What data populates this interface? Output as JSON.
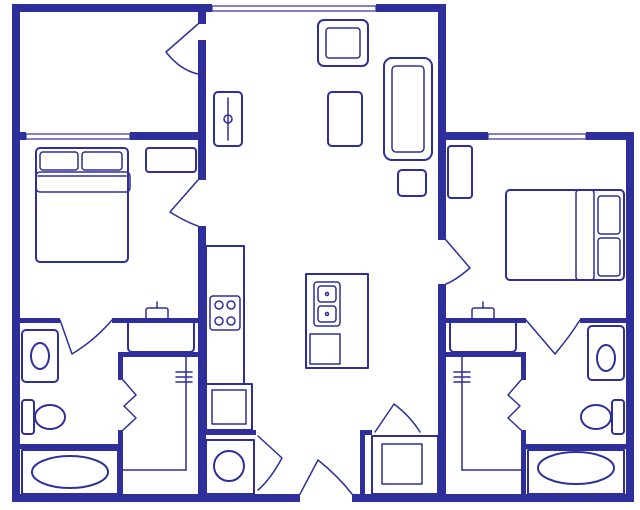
{
  "diagram": {
    "type": "floor-plan",
    "colors": {
      "line": "#2e2f9a",
      "background": "#ffffff"
    },
    "units": [
      "living-area",
      "bedroom-left",
      "bedroom-right",
      "bathroom-left",
      "bathroom-right",
      "kitchen",
      "utility"
    ],
    "fixtures": [
      "bed",
      "bed",
      "sofa",
      "armchair",
      "coffee-table",
      "side-table",
      "desk",
      "desk",
      "dresser",
      "kitchen-island",
      "double-sink",
      "cooktop",
      "toilet",
      "toilet",
      "bathtub",
      "bathtub",
      "vanity",
      "vanity",
      "washer",
      "dryer",
      "water-heater"
    ]
  }
}
